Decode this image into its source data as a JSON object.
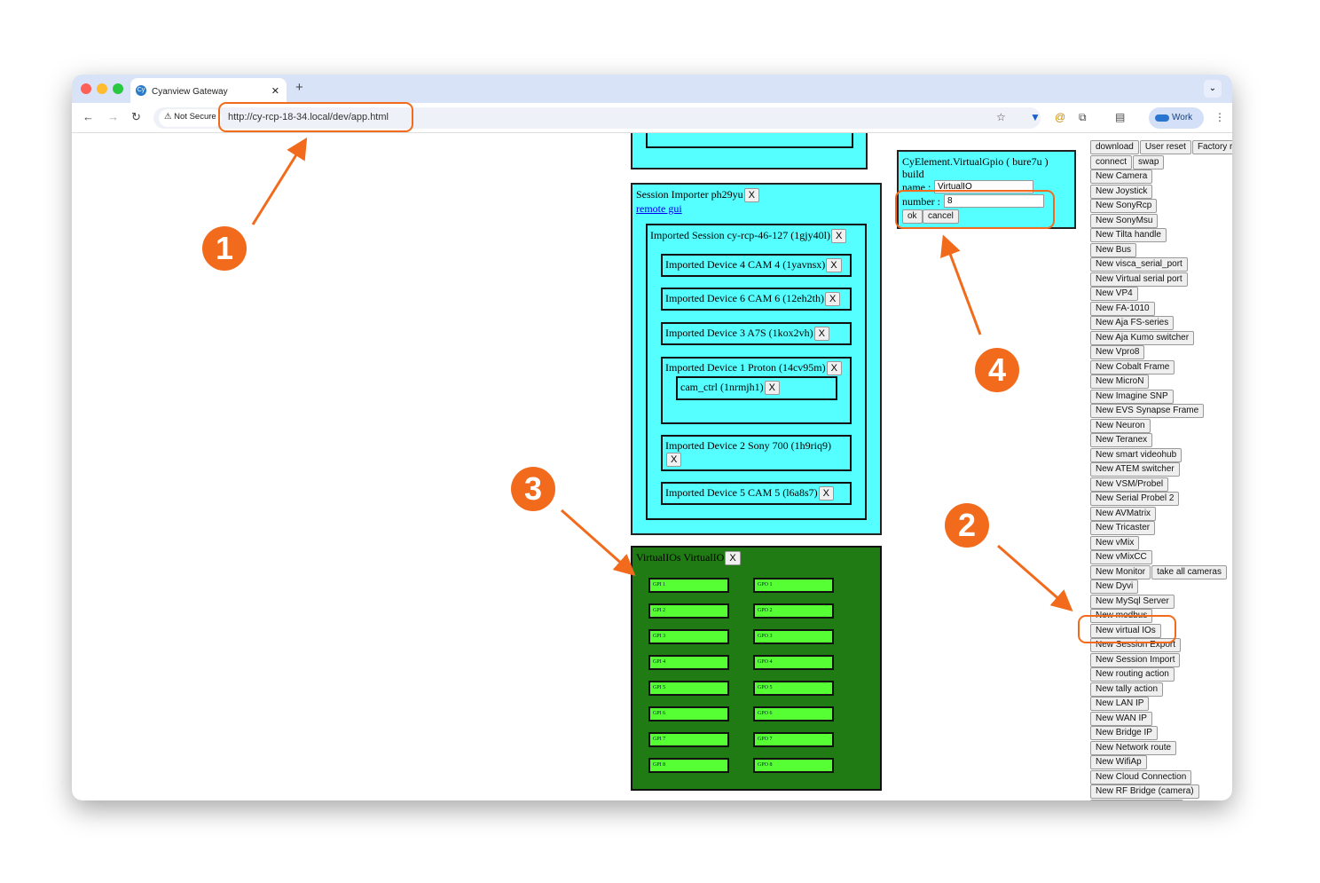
{
  "browser": {
    "tab_title": "Cyanview Gateway",
    "favicon": "Cy",
    "security": "Not Secure",
    "url": "http://cy-rcp-18-34.local/dev/app.html",
    "profile": "Work"
  },
  "session_importer": {
    "title": "Session Importer ph29yu",
    "remote_link": "remote gui",
    "close": "X",
    "session": {
      "title": "Imported Session cy-rcp-46-127 (1gjy40l)",
      "close": "X"
    },
    "devices": [
      {
        "title": "Imported Device 4 CAM 4 (1yavnsx)"
      },
      {
        "title": "Imported Device 6 CAM 6 (12eh2th)"
      },
      {
        "title": "Imported Device 3 A7S (1kox2vh)"
      },
      {
        "title": "Imported Device 1 Proton (14cv95m)",
        "child": "cam_ctrl (1nrmjh1)"
      },
      {
        "title": "Imported Device 2 Sony 700 (1h9riq9)"
      },
      {
        "title": "Imported Device 5 CAM 5 (l6a8s7)"
      }
    ]
  },
  "virtual_ios": {
    "title": "VirtualIOs VirtualIO",
    "close": "X",
    "gpi": [
      "GPI 1",
      "GPI 2",
      "GPI 3",
      "GPI 4",
      "GPI 5",
      "GPI 6",
      "GPI 7",
      "GPI 8"
    ],
    "gpo": [
      "GPO 1",
      "GPO 2",
      "GPO 3",
      "GPO 4",
      "GPO 5",
      "GPO 6",
      "GPO 7",
      "GPO 8"
    ]
  },
  "popup": {
    "title": "CyElement.VirtualGpio ( bure7u )",
    "subtitle": "build",
    "name_label": "name :",
    "name_value": "VirtualIO",
    "number_label": "number :",
    "number_value": "8",
    "ok": "ok",
    "cancel": "cancel"
  },
  "button_rows": [
    [
      "download",
      "User reset",
      "Factory reset"
    ],
    [
      "connect",
      "swap"
    ],
    [
      "New Camera"
    ],
    [
      "New Joystick"
    ],
    [
      "New SonyRcp"
    ],
    [
      "New SonyMsu"
    ],
    [
      "New Tilta handle"
    ],
    [
      "New Bus"
    ],
    [
      "New visca_serial_port"
    ],
    [
      "New Virtual serial port"
    ],
    [
      "New VP4"
    ],
    [
      "New FA-1010"
    ],
    [
      "New Aja FS-series"
    ],
    [
      "New Aja Kumo switcher"
    ],
    [
      "New Vpro8"
    ],
    [
      "New Cobalt Frame"
    ],
    [
      "New MicroN"
    ],
    [
      "New Imagine SNP"
    ],
    [
      "New EVS Synapse Frame"
    ],
    [
      "New Neuron"
    ],
    [
      "New Teranex"
    ],
    [
      "New smart videohub"
    ],
    [
      "New ATEM switcher"
    ],
    [
      "New VSM/Probel"
    ],
    [
      "New Serial Probel 2"
    ],
    [
      "New AVMatrix"
    ],
    [
      "New Tricaster"
    ],
    [
      "New vMix"
    ],
    [
      "New vMixCC"
    ],
    [
      "New Monitor",
      "take all cameras"
    ],
    [
      "New Dyvi"
    ],
    [
      "New MySql Server"
    ],
    [
      "New modbus"
    ],
    [
      "New virtual IOs"
    ],
    [
      "New Session Export"
    ],
    [
      "New Session Import"
    ],
    [
      "New routing action"
    ],
    [
      "New tally action"
    ],
    [
      "New LAN IP"
    ],
    [
      "New WAN IP"
    ],
    [
      "New Bridge IP"
    ],
    [
      "New Network route"
    ],
    [
      "New WifiAp"
    ],
    [
      "New Cloud Connection"
    ],
    [
      "New RF Bridge (camera)"
    ],
    [
      ""
    ]
  ],
  "annotations": [
    "1",
    "2",
    "3",
    "4"
  ],
  "colors": {
    "accent": "#f26b1d",
    "panel": "#55ffff",
    "io_bg": "#217b14",
    "io_cell": "#55ff33"
  }
}
